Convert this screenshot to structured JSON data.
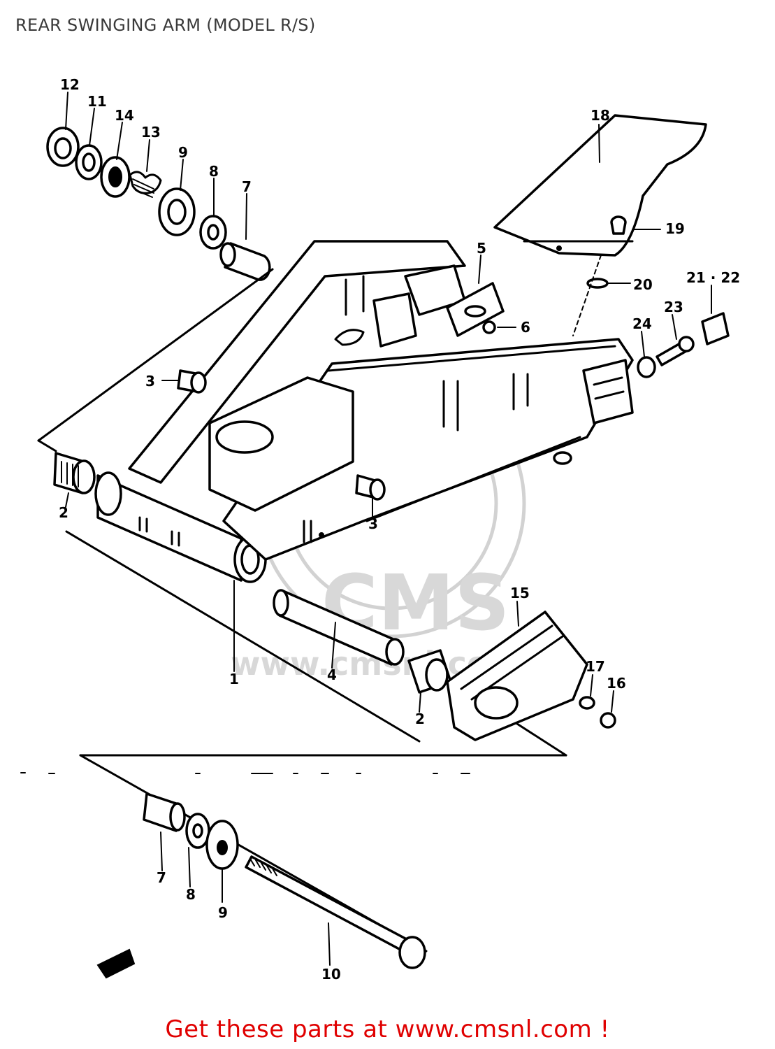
{
  "title": "REAR SWINGING ARM (MODEL R/S)",
  "footer": "Get these parts at www.cmsnl.com !",
  "watermark": {
    "brand": "CMS",
    "site": "www.cmsnl.com"
  },
  "colors": {
    "title": "#3a3a3a",
    "footer": "#e00000",
    "lines": "#000000",
    "watermark": "#d2d2d2"
  },
  "callouts": [
    {
      "id": "c12",
      "text": "12"
    },
    {
      "id": "c11",
      "text": "11"
    },
    {
      "id": "c14",
      "text": "14"
    },
    {
      "id": "c13",
      "text": "13"
    },
    {
      "id": "c9a",
      "text": "9"
    },
    {
      "id": "c8a",
      "text": "8"
    },
    {
      "id": "c7a",
      "text": "7"
    },
    {
      "id": "c18",
      "text": "18"
    },
    {
      "id": "c19",
      "text": "19"
    },
    {
      "id": "c5",
      "text": "5"
    },
    {
      "id": "c20",
      "text": "20"
    },
    {
      "id": "c21_22",
      "text": "21 · 22"
    },
    {
      "id": "c6",
      "text": "6"
    },
    {
      "id": "c23",
      "text": "23"
    },
    {
      "id": "c24",
      "text": "24"
    },
    {
      "id": "c3a",
      "text": "3"
    },
    {
      "id": "c3b",
      "text": "3"
    },
    {
      "id": "c2a",
      "text": "2"
    },
    {
      "id": "c1",
      "text": "1"
    },
    {
      "id": "c4",
      "text": "4"
    },
    {
      "id": "c15",
      "text": "15"
    },
    {
      "id": "c17",
      "text": "17"
    },
    {
      "id": "c16",
      "text": "16"
    },
    {
      "id": "c2b",
      "text": "2"
    },
    {
      "id": "c7b",
      "text": "7"
    },
    {
      "id": "c8b",
      "text": "8"
    },
    {
      "id": "c9b",
      "text": "9"
    },
    {
      "id": "c10",
      "text": "10"
    }
  ]
}
